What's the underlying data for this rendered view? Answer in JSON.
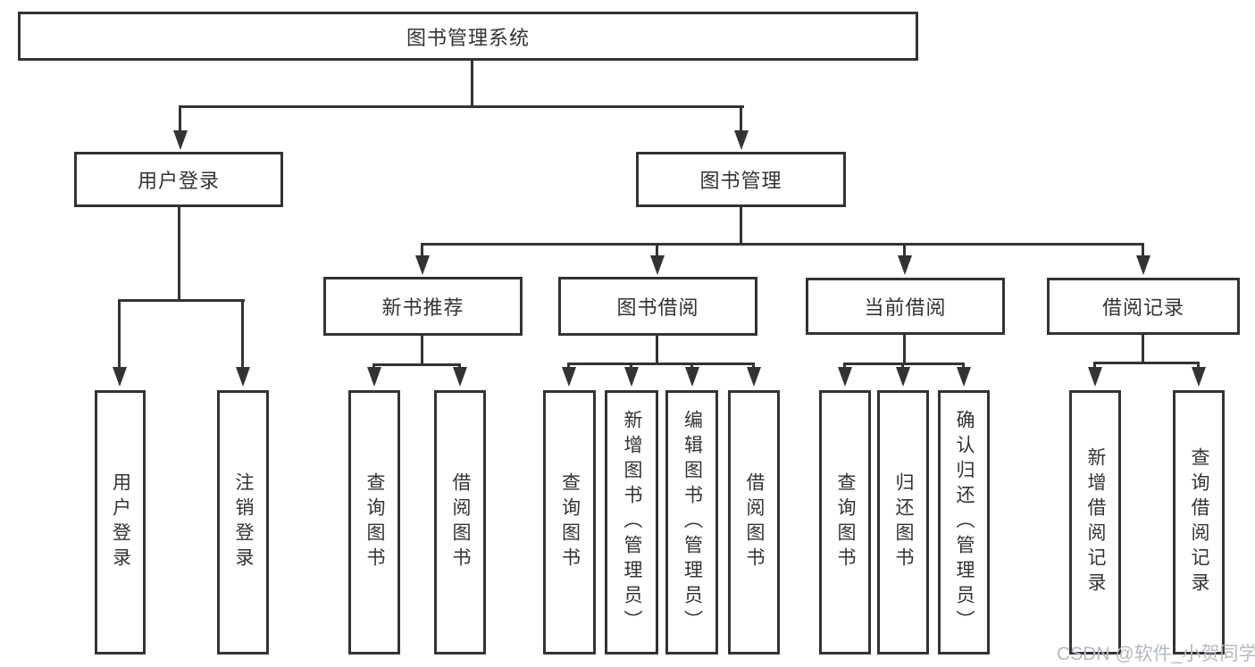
{
  "colors": {
    "line": "#333333",
    "box_border": "#333333",
    "text": "#333333",
    "watermark": "#b5bac0",
    "background": "#ffffff"
  },
  "watermark": {
    "text": "CSDN @软件_小贺同学"
  },
  "tree": {
    "root": "图书管理系统",
    "branches": [
      {
        "label": "用户登录",
        "children": [
          "用户登录",
          "注销登录"
        ]
      },
      {
        "label": "图书管理",
        "children": [
          {
            "label": "新书推荐",
            "children": [
              "查询图书",
              "借阅图书"
            ]
          },
          {
            "label": "图书借阅",
            "children": [
              "查询图书",
              "新增图书（管理员）",
              "编辑图书（管理员）",
              "借阅图书"
            ]
          },
          {
            "label": "当前借阅",
            "children": [
              "查询图书",
              "归还图书",
              "确认归还（管理员）"
            ]
          },
          {
            "label": "借阅记录",
            "children": [
              "新增借阅记录",
              "查询借阅记录"
            ]
          }
        ]
      }
    ]
  }
}
